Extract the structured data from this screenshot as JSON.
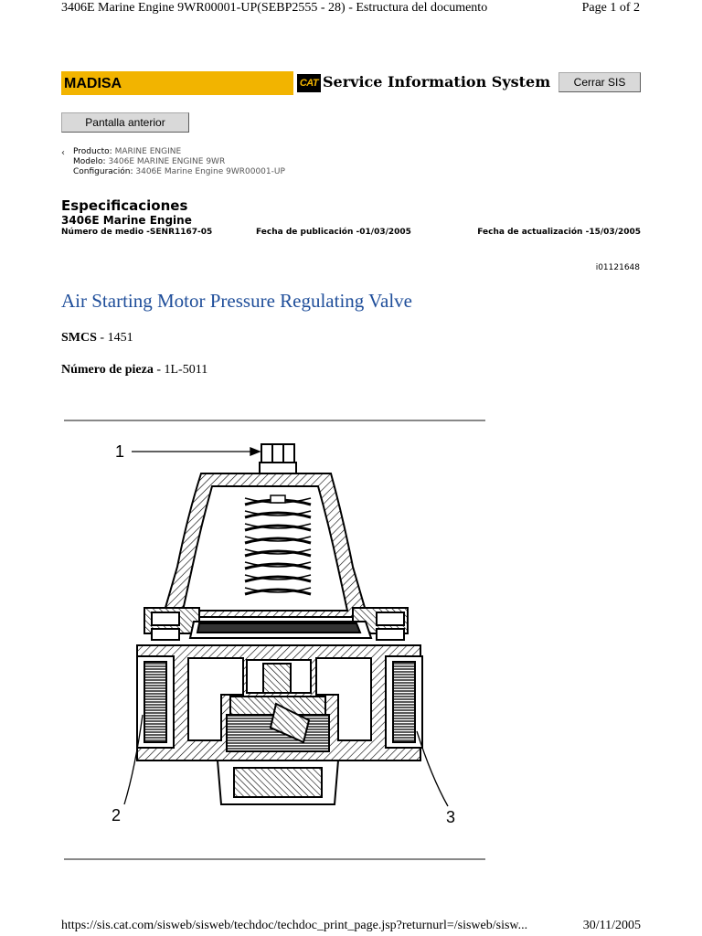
{
  "print_header": {
    "doc_title": "3406E Marine Engine 9WR00001-UP(SEBP2555 - 28) - Estructura del documento",
    "page": "Page 1 of 2"
  },
  "banner": {
    "dealer": "MADISA",
    "logo_text": "CAT",
    "system_title": "Service Information System",
    "close_button": "Cerrar SIS",
    "colors": {
      "dealer_bar": "#f2b400",
      "title_blue": "#1f4e9a"
    }
  },
  "prev_button": "Pantalla anterior",
  "breadcrumb": {
    "back_icon": "chevron-left-icon",
    "product_label": "Producto:",
    "product_value": "MARINE ENGINE",
    "model_label": "Modelo:",
    "model_value": "3406E MARINE ENGINE 9WR",
    "config_label": "Configuración:",
    "config_value": "3406E Marine Engine 9WR00001-UP"
  },
  "specs": {
    "heading": "Especificaciones",
    "engine": "3406E Marine Engine",
    "media_number": "Número de medio -SENR1167-05",
    "publication_date": "Fecha de publicación -01/03/2005",
    "update_date": "Fecha de actualización -15/03/2005"
  },
  "doc_id": "i01121648",
  "article": {
    "title": "Air Starting Motor Pressure Regulating Valve",
    "smcs_label": "SMCS",
    "smcs_value": " - 1451",
    "part_label": "Número de pieza",
    "part_value": " - 1L-5011"
  },
  "figure": {
    "callouts": [
      "1",
      "2",
      "3"
    ]
  },
  "footer": {
    "url": "https://sis.cat.com/sisweb/sisweb/techdoc/techdoc_print_page.jsp?returnurl=/sisweb/sisw...",
    "date": "30/11/2005"
  }
}
